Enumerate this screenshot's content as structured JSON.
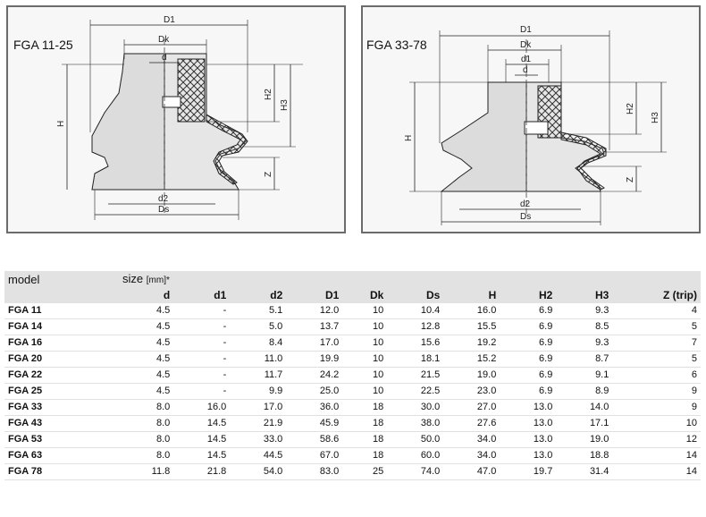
{
  "diagrams": [
    {
      "title": "FGA 11-25",
      "labels": {
        "D1": "D1",
        "Dk": "Dk",
        "d": "d",
        "H": "H",
        "H2": "H2",
        "H3": "H3",
        "Z": "Z",
        "d2": "d2",
        "Ds": "Ds"
      }
    },
    {
      "title": "FGA 33-78",
      "labels": {
        "D1": "D1",
        "Dk": "Dk",
        "d1": "d1",
        "d": "d",
        "H": "H",
        "H2": "H2",
        "H3": "H3",
        "Z": "Z",
        "d2": "d2",
        "Ds": "Ds"
      }
    }
  ],
  "table": {
    "model_header": "model",
    "size_header": "size",
    "size_unit": "[mm]*",
    "columns": [
      "d",
      "d1",
      "d2",
      "D1",
      "Dk",
      "Ds",
      "H",
      "H2",
      "H3",
      "Z (trip)"
    ],
    "rows": [
      [
        "FGA 11",
        "4.5",
        "-",
        "5.1",
        "12.0",
        "10",
        "10.4",
        "16.0",
        "6.9",
        "9.3",
        "4"
      ],
      [
        "FGA 14",
        "4.5",
        "-",
        "5.0",
        "13.7",
        "10",
        "12.8",
        "15.5",
        "6.9",
        "8.5",
        "5"
      ],
      [
        "FGA 16",
        "4.5",
        "-",
        "8.4",
        "17.0",
        "10",
        "15.6",
        "19.2",
        "6.9",
        "9.3",
        "7"
      ],
      [
        "FGA 20",
        "4.5",
        "-",
        "11.0",
        "19.9",
        "10",
        "18.1",
        "15.2",
        "6.9",
        "8.7",
        "5"
      ],
      [
        "FGA 22",
        "4.5",
        "-",
        "11.7",
        "24.2",
        "10",
        "21.5",
        "19.0",
        "6.9",
        "9.1",
        "6"
      ],
      [
        "FGA 25",
        "4.5",
        "-",
        "9.9",
        "25.0",
        "10",
        "22.5",
        "23.0",
        "6.9",
        "8.9",
        "9"
      ],
      [
        "FGA 33",
        "8.0",
        "16.0",
        "17.0",
        "36.0",
        "18",
        "30.0",
        "27.0",
        "13.0",
        "14.0",
        "9"
      ],
      [
        "FGA 43",
        "8.0",
        "14.5",
        "21.9",
        "45.9",
        "18",
        "38.0",
        "27.6",
        "13.0",
        "17.1",
        "10"
      ],
      [
        "FGA 53",
        "8.0",
        "14.5",
        "33.0",
        "58.6",
        "18",
        "50.0",
        "34.0",
        "13.0",
        "19.0",
        "12"
      ],
      [
        "FGA 63",
        "8.0",
        "14.5",
        "44.5",
        "67.0",
        "18",
        "60.0",
        "34.0",
        "13.0",
        "18.8",
        "14"
      ],
      [
        "FGA 78",
        "11.8",
        "21.8",
        "54.0",
        "83.0",
        "25",
        "74.0",
        "47.0",
        "19.7",
        "31.4",
        "14"
      ]
    ]
  }
}
